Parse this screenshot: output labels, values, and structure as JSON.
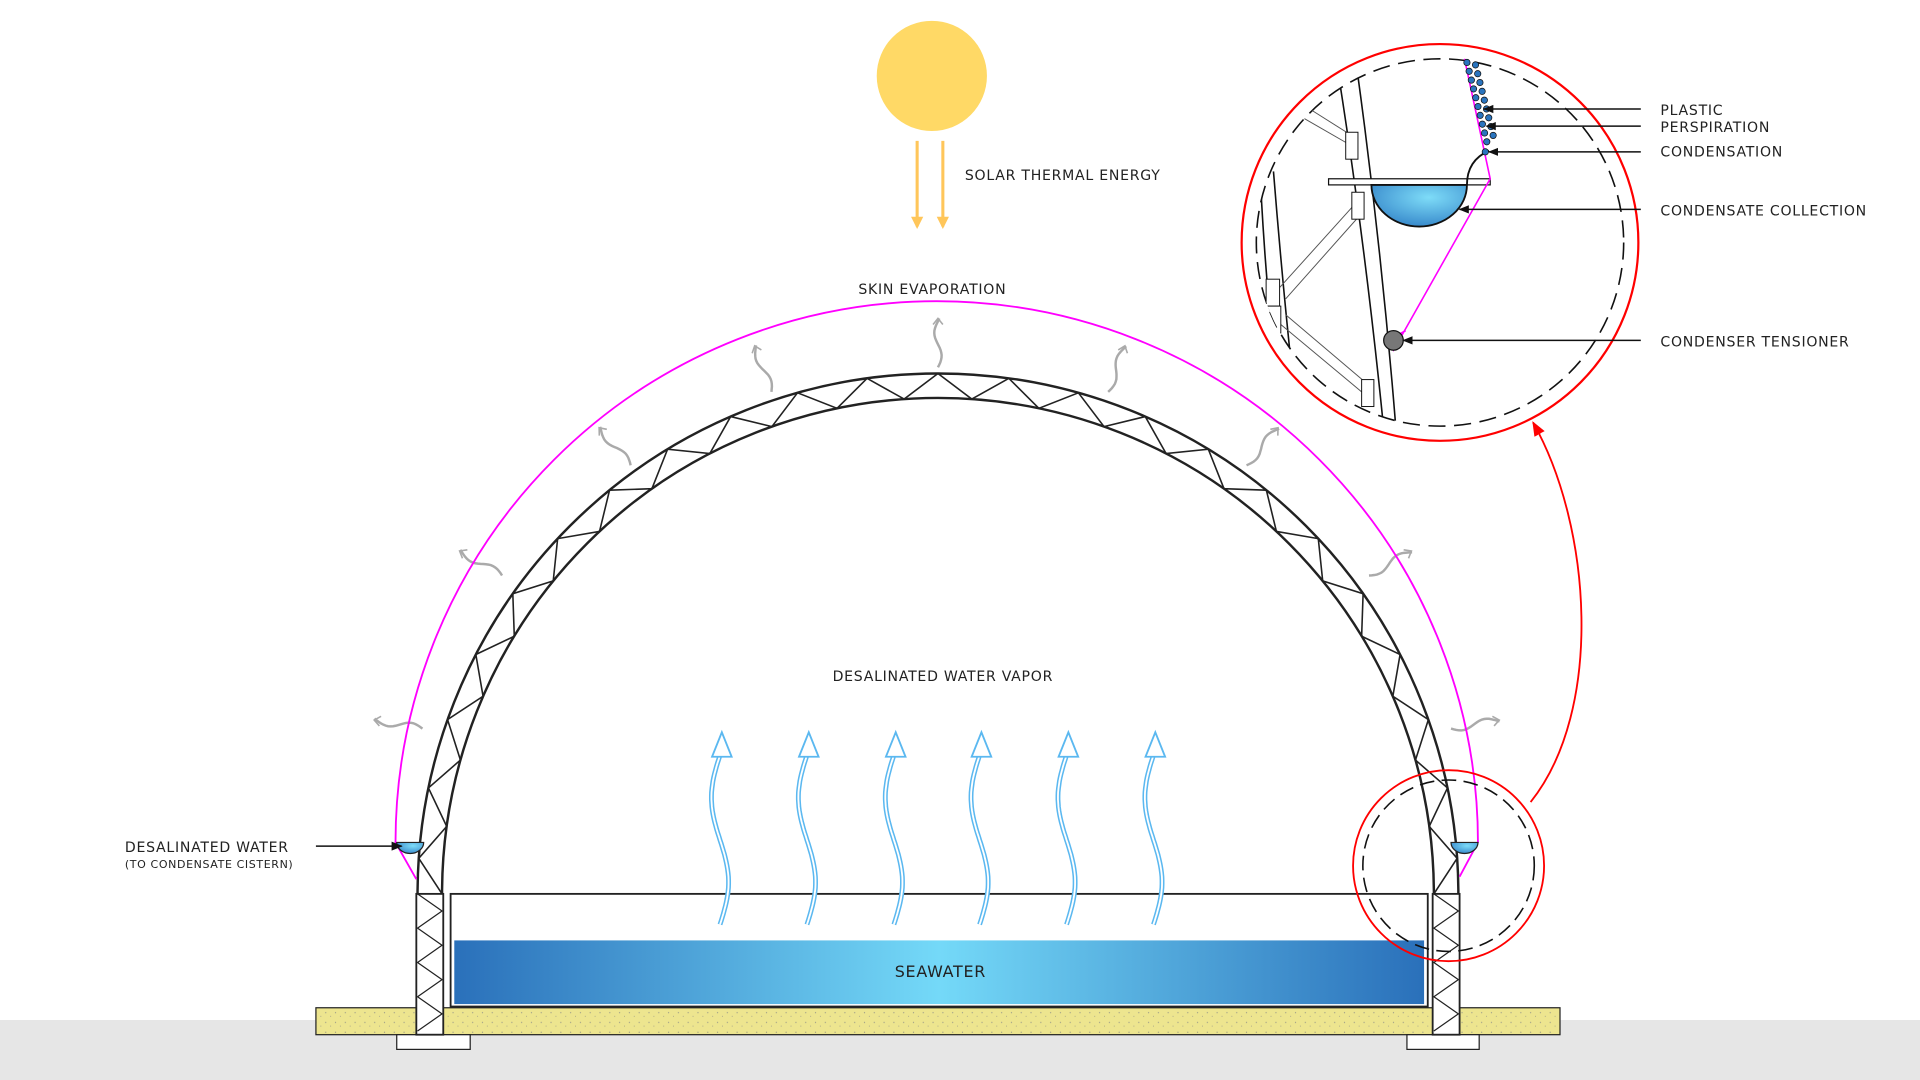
{
  "labels": {
    "solar": "SOLAR THERMAL ENERGY",
    "skin": "SKIN EVAPORATION",
    "vapor": "DESALINATED WATER VAPOR",
    "seawater": "SEAWATER",
    "desal_water": "DESALINATED WATER",
    "desal_water_sub": "(TO CONDENSATE CISTERN)",
    "plastic_perspiration_1": "PLASTIC",
    "plastic_perspiration_2": "PERSPIRATION",
    "condensation": "CONDENSATION",
    "condensate_collection": "CONDENSATE COLLECTION",
    "condenser_tensioner": "CONDENSER TENSIONER"
  },
  "colors": {
    "sun": "#FFD966",
    "solar_arrow": "#FFC65A",
    "membrane": "#FF00FF",
    "callout": "#FF0000",
    "vapor": "#5BB8F0",
    "water_dark": "#2A74BE",
    "water_light": "#72D8F8",
    "sand": "#EDE58F",
    "ground": "#E6E6E6"
  }
}
